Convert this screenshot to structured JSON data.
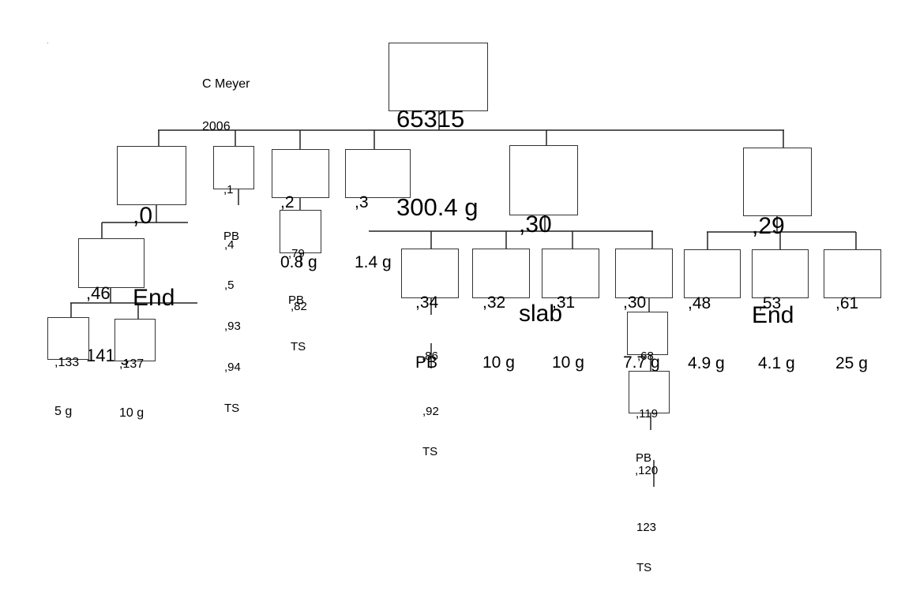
{
  "author": {
    "name": "C Meyer",
    "year": "2006"
  },
  "root": {
    "id": "65315",
    "mass": "300.4 g"
  },
  "nodes": {
    "n0": {
      "id": ",0",
      "label": "End"
    },
    "n1": {
      "id": ",1",
      "label": "PB"
    },
    "n2": {
      "id": ",2",
      "label": "0.8 g"
    },
    "n3": {
      "id": ",3",
      "label": "1.4 g"
    },
    "n30s": {
      "id": ",30",
      "label": "slab"
    },
    "n29": {
      "id": ",29",
      "label": "End"
    },
    "n46": {
      "id": ",46",
      "label": "141 g"
    },
    "n133": {
      "id": ",133",
      "label": "5 g"
    },
    "n137": {
      "id": ",137",
      "label": "10 g"
    },
    "n79": {
      "id": ",79",
      "label": "PB"
    },
    "n34": {
      "id": ",34",
      "label": "PB"
    },
    "n32": {
      "id": ",32",
      "label": "10 g"
    },
    "n31": {
      "id": ",31",
      "label": "10 g"
    },
    "n30b": {
      "id": ",30",
      "label": "7.7 g"
    },
    "n48": {
      "id": ",48",
      "label": "4.9 g"
    },
    "n53": {
      "id": ",53",
      "label": "4.1 g"
    },
    "n61": {
      "id": ",61",
      "label": "25 g"
    },
    "n68": {
      "id": ",68"
    },
    "n119": {
      "id": ",119",
      "label": "PB"
    }
  },
  "text_nodes": {
    "list1": [
      ",4",
      ",5",
      ",93",
      ",94",
      "TS"
    ],
    "n82": [
      ",82",
      "TS"
    ],
    "n86": [
      ",86"
    ],
    "n92": [
      ",92",
      "TS"
    ],
    "n120": [
      ",120"
    ],
    "n123": [
      "123",
      "TS"
    ]
  }
}
